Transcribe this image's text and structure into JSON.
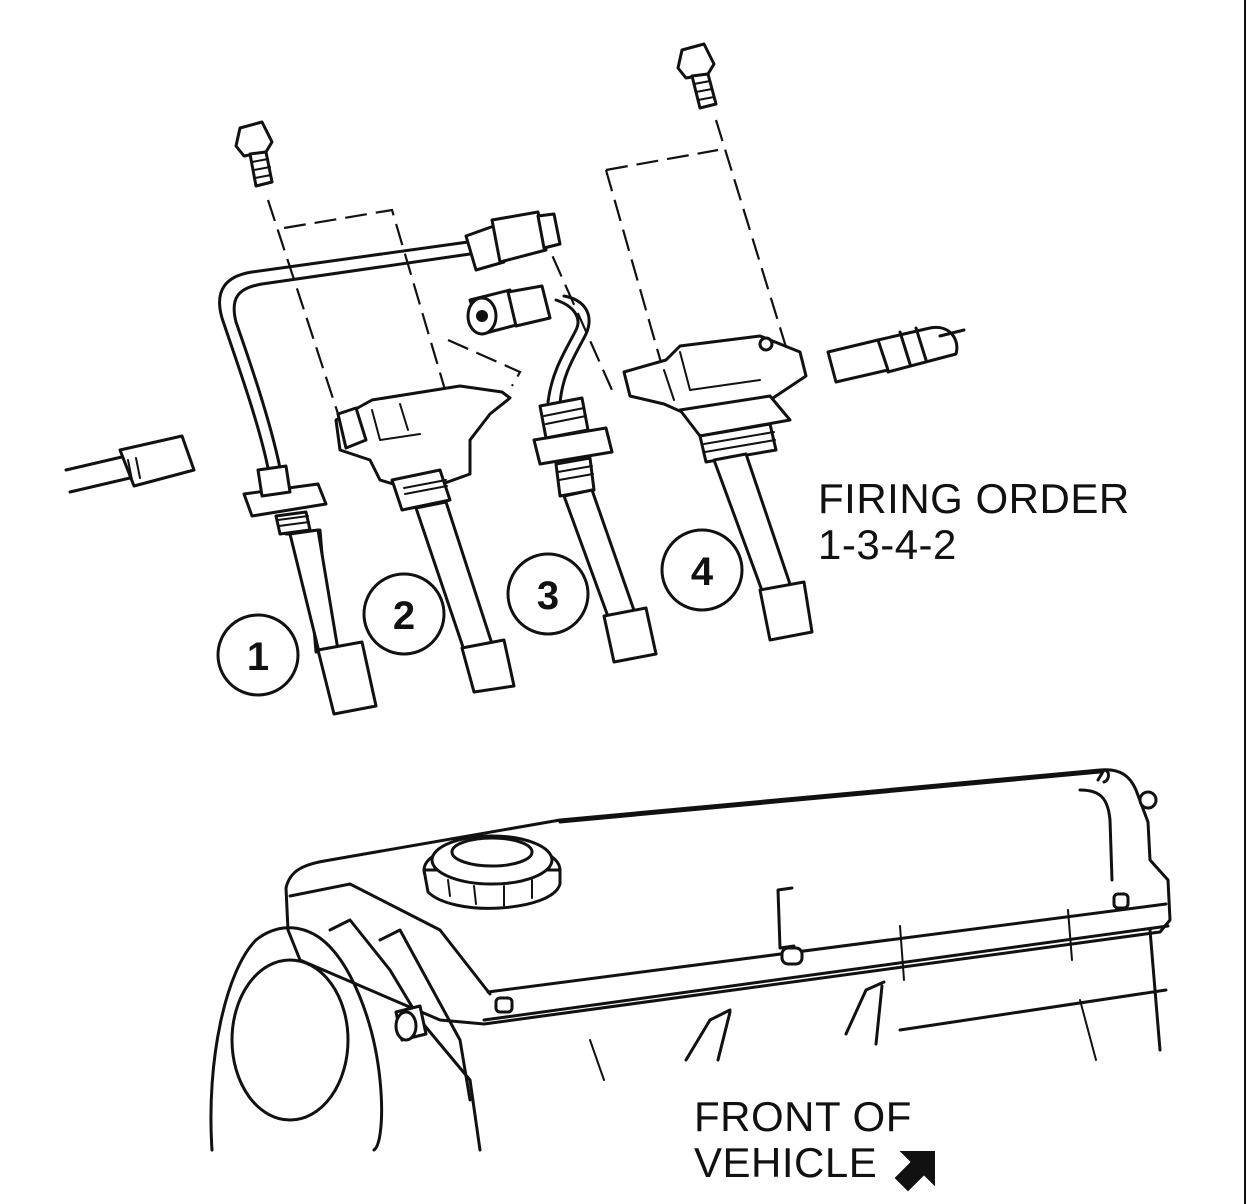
{
  "diagram": {
    "firing_order": {
      "heading": "FIRING ORDER",
      "sequence": "1-3-4-2"
    },
    "front_of_vehicle": {
      "line1": "FRONT OF",
      "line2": "VEHICLE"
    },
    "cylinders": [
      "1",
      "2",
      "3",
      "4"
    ]
  }
}
